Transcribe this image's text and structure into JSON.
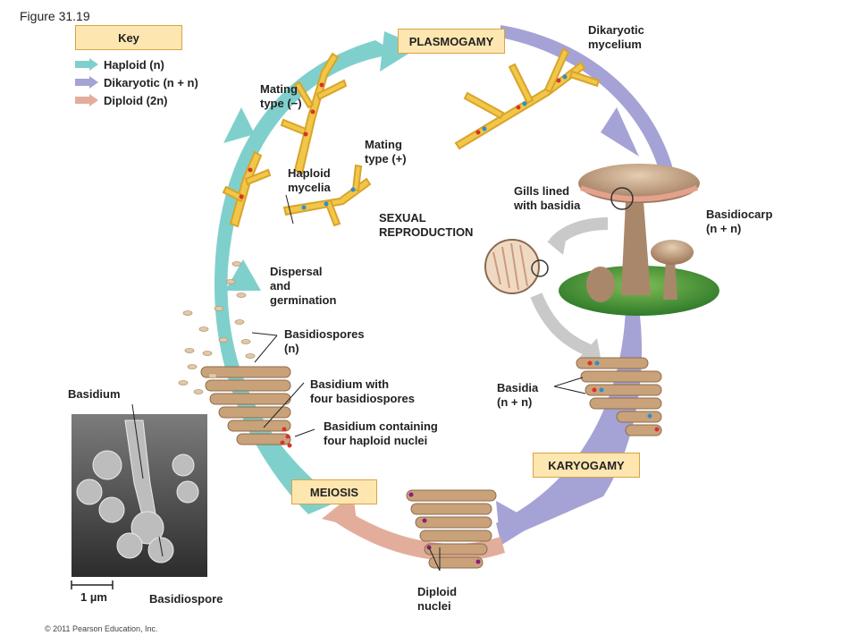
{
  "figure_label": "Figure 31.19",
  "key": {
    "title": "Key",
    "items": [
      {
        "text": "Haploid (n)",
        "color": "#7fd0cc"
      },
      {
        "text": "Dikaryotic (n + n)",
        "color": "#a5a2d6"
      },
      {
        "text": "Diploid (2n)",
        "color": "#e3ad9c"
      }
    ]
  },
  "stages": {
    "plasmogamy": "PLASMOGAMY",
    "karyogamy": "KARYOGAMY",
    "meiosis": "MEIOSIS"
  },
  "labels": {
    "dikaryotic_mycelium": "Dikaryotic\nmycelium",
    "mating_minus": "Mating\ntype (−)",
    "mating_plus": "Mating\ntype (+)",
    "haploid_mycelia": "Haploid\nmycelia",
    "sexual_reproduction": "SEXUAL\nREPRODUCTION",
    "gills_lined": "Gills lined\nwith basidia",
    "basidiocarp": "Basidiocarp\n(n + n)",
    "dispersal": "Dispersal\nand\ngermination",
    "basidiospores": "Basidiospores\n(n)",
    "basidium_with_four": "Basidium with\nfour basidiospores",
    "basidium_containing": "Basidium containing\nfour haploid nuclei",
    "basidia": "Basidia\n(n + n)",
    "basidium": "Basidium",
    "scale": "1 µm",
    "basidiospore": "Basidiospore",
    "diploid_nuclei": "Diploid\nnuclei"
  },
  "copyright": "© 2011 Pearson Education, Inc.",
  "colors": {
    "haploid": "#7fd0cc",
    "dikaryotic": "#a5a2d6",
    "diploid": "#e3ad9c",
    "stage_fill": "#fde6b0",
    "stage_border": "#d9a441",
    "hypha": "#f1c74a",
    "mushroom": "#b08a6a",
    "basidia": "#c9a27a",
    "grass": "#4a9a3a"
  }
}
